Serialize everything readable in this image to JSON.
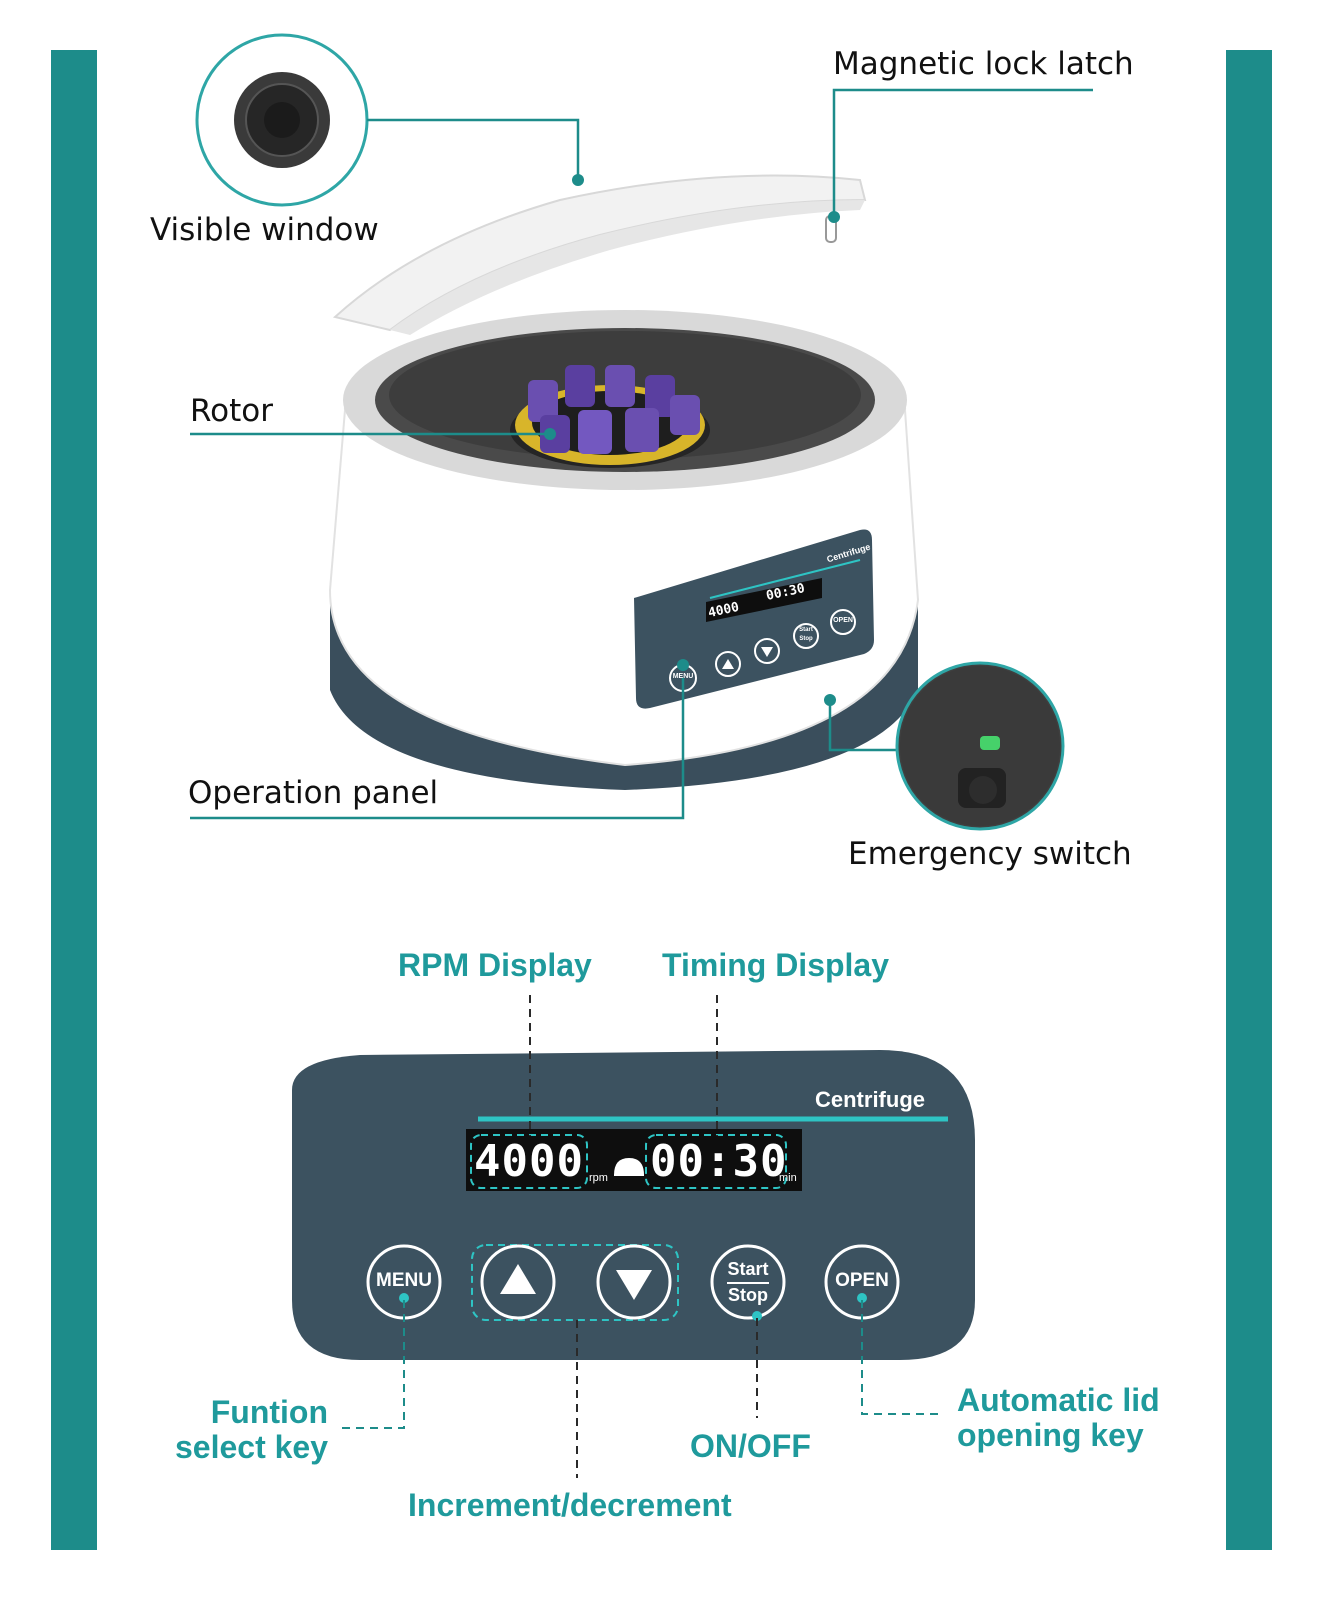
{
  "colors": {
    "accent": "#1d8c8a",
    "teal_text": "#1f9a9c",
    "panel": "#3c5260",
    "tube": "#6a4fb0",
    "holder": "#d8b52a"
  },
  "top_callouts": {
    "visible_window": "Visible window",
    "magnetic_lock": "Magnetic lock latch",
    "rotor": "Rotor",
    "operation_panel": "Operation panel",
    "emergency_switch": "Emergency switch"
  },
  "panel": {
    "brand": "Centrifuge",
    "rpm_value": "4000",
    "rpm_unit": "rpm",
    "time_value": "00:30",
    "time_unit": "min",
    "buttons": {
      "menu": "MENU",
      "start": "Start",
      "stop": "Stop",
      "open": "OPEN"
    },
    "icons": [
      "up-arrow-icon",
      "down-arrow-icon"
    ]
  },
  "small_panel": {
    "brand": "Centrifuge",
    "rpm_value": "4000",
    "time_value": "00:30",
    "menu": "MENU",
    "start": "Start",
    "stop": "Stop",
    "open": "OPEN"
  },
  "bottom_callouts": {
    "rpm_display": "RPM Display",
    "timing_display": "Timing Display",
    "function_select_1": "Funtion",
    "function_select_2": "select key",
    "on_off": "ON/OFF",
    "auto_lid_1": "Automatic lid",
    "auto_lid_2": "opening key",
    "increment": "Increment/decrement"
  }
}
